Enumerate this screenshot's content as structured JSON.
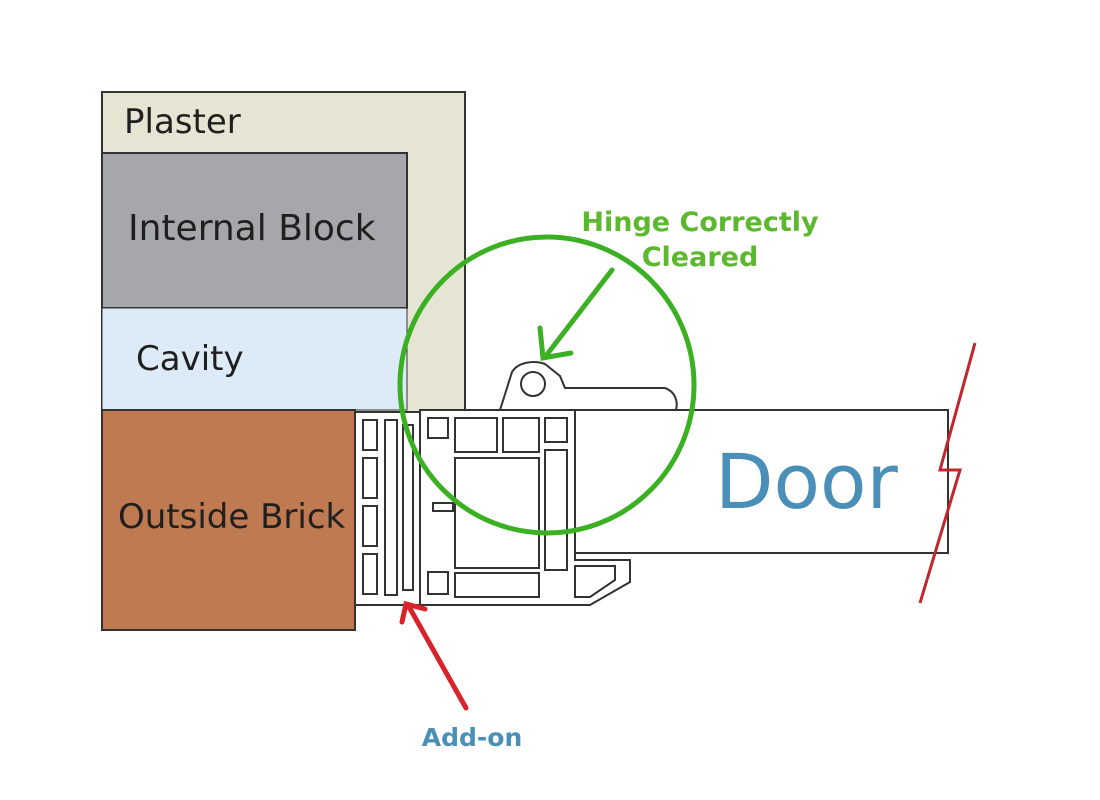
{
  "labels": {
    "plaster": "Plaster",
    "internal_block": "Internal Block",
    "cavity": "Cavity",
    "outside_brick": "Outside Brick",
    "door": "Door",
    "hinge_line1": "Hinge Correctly",
    "hinge_line2": "Cleared",
    "add_on": "Add-on"
  },
  "colors": {
    "plaster": "#e6e5d3",
    "internal_block": "#a6a7aa",
    "cavity": "#dcebf7",
    "outside_brick": "#c07a52",
    "highlight_circle": "#3cb023",
    "hinge_arrow": "#3cb023",
    "add_on_arrow": "#d9232a",
    "break_line": "#c2262c",
    "door_text": "#4a8fb8",
    "outline": "#333333"
  }
}
